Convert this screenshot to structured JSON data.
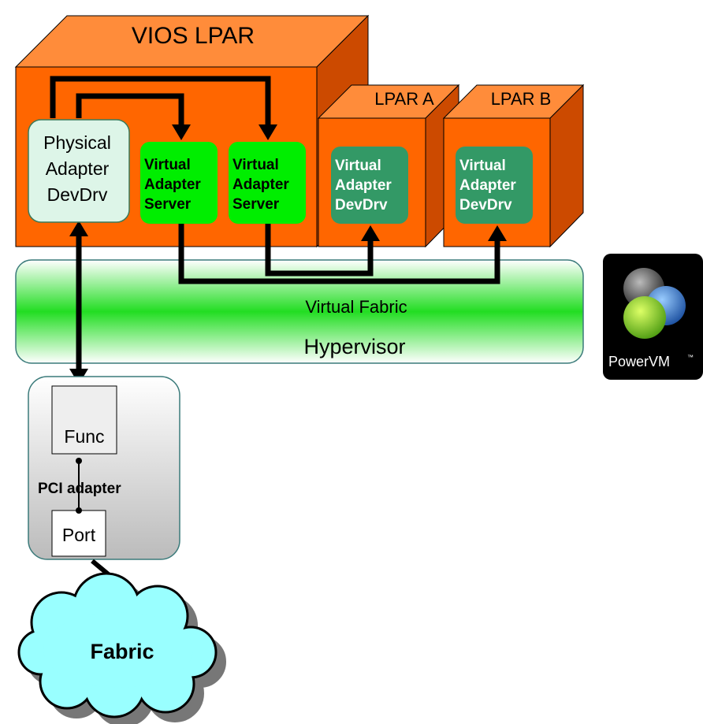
{
  "vios": {
    "title": "VIOS LPAR"
  },
  "lpar_a": {
    "title": "LPAR A"
  },
  "lpar_b": {
    "title": "LPAR B"
  },
  "physical_adapter": {
    "line1": "Physical",
    "line2": "Adapter",
    "line3": "DevDrv"
  },
  "server1": {
    "line1": "Virtual",
    "line2": "Adapter",
    "line3": "Server"
  },
  "server2": {
    "line1": "Virtual",
    "line2": "Adapter",
    "line3": "Server"
  },
  "devdrv_a": {
    "line1": "Virtual",
    "line2": "Adapter",
    "line3": "DevDrv"
  },
  "devdrv_b": {
    "line1": "Virtual",
    "line2": "Adapter",
    "line3": "DevDrv"
  },
  "hypervisor": {
    "fabric_label": "Virtual Fabric",
    "label": "Hypervisor"
  },
  "pci": {
    "label": "PCI adapter",
    "func_label": "Func",
    "port_label": "Port"
  },
  "fabric": {
    "label": "Fabric"
  },
  "logo": {
    "text": "PowerVM",
    "tm": "™"
  },
  "colors": {
    "lpar_front": "#ff6600",
    "lpar_top": "#ff8c3a",
    "lpar_side": "#cc4a00",
    "server_green": "#00ee00",
    "devdrv_green": "#339966",
    "physical_fill": "#ddf5e8",
    "cloud": "#99ffff"
  }
}
